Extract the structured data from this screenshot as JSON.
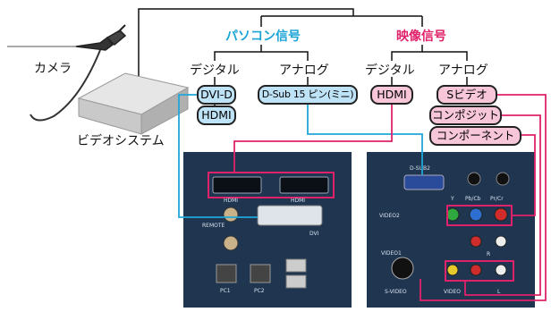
{
  "groups": {
    "pc": {
      "label": "パソコン信号",
      "color": "#1aa4d6"
    },
    "video": {
      "label": "映像信号",
      "color": "#e0226a"
    }
  },
  "device": {
    "camera_label": "カメラ",
    "system_label": "ビデオシステム"
  },
  "subgroups": {
    "pc_digital": "デジタル",
    "pc_analog": "アナログ",
    "video_digital": "デジタル",
    "video_analog": "アナログ"
  },
  "connectors": {
    "dvid": "DVI-D",
    "hdmi_pc": "HDMI",
    "dsub": "D-Sub 15 ピン(ミニ)",
    "hdmi_video": "HDMI",
    "svideo": "Sビデオ",
    "composite": "コンポジット",
    "component": "コンポーネント"
  },
  "left_panel": {
    "hdmi1": "HDMI",
    "hdmi2": "HDMI",
    "dvi": "DVI",
    "pc1": "PC1",
    "pc2": "PC2",
    "remote": "REMOTE"
  },
  "right_panel": {
    "dsub": "D-SUB2",
    "pb": "Pb/Cb",
    "pr": "Pr/Cr",
    "y": "Y",
    "video2": "VIDEO2",
    "video1": "VIDEO1",
    "svideo": "S-VIDEO",
    "video": "VIDEO",
    "r": "R",
    "l": "L"
  },
  "colors": {
    "pc_line": "#1ea7d8",
    "video_line": "#e0226a",
    "panel": "#1f3550"
  }
}
